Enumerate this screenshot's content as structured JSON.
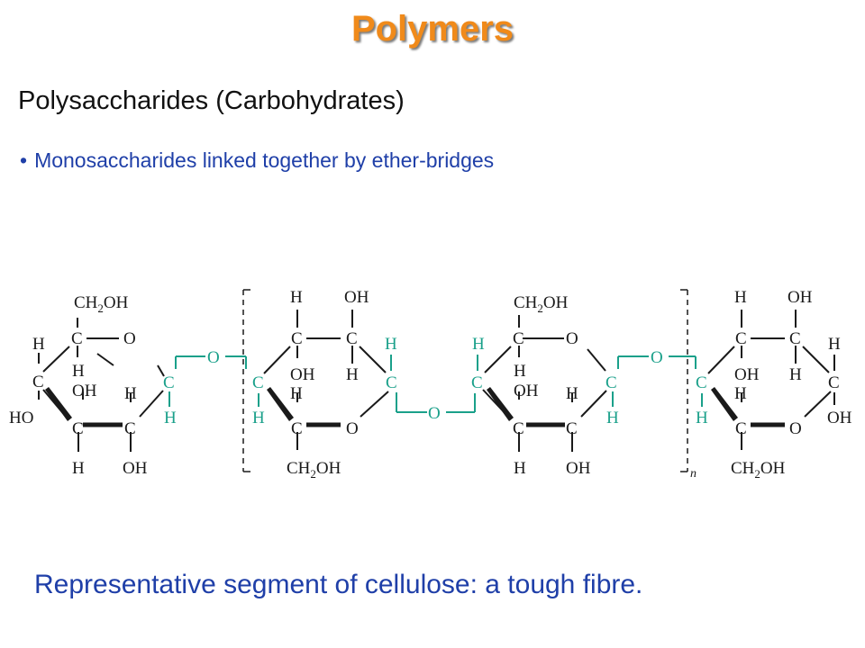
{
  "slide": {
    "title": "Polymers",
    "subtitle": "Polysaccharides (Carbohydrates)",
    "bullet": "Monosaccharides linked together by ether-bridges",
    "caption": "Representative segment of cellulose: a tough fibre."
  },
  "diagram": {
    "repeat_label": "n",
    "atoms": {
      "c": "C",
      "o": "O",
      "h": "H",
      "oh": "OH",
      "ho": "HO",
      "ch2oh": "CH",
      "ch2_sub": "2",
      "ch2_oh": "OH"
    },
    "colors": {
      "bond": "#1a1a1a",
      "linkage": "#1aa08a",
      "title": "#f08a1a",
      "body_text": "#1f3fa8"
    }
  }
}
